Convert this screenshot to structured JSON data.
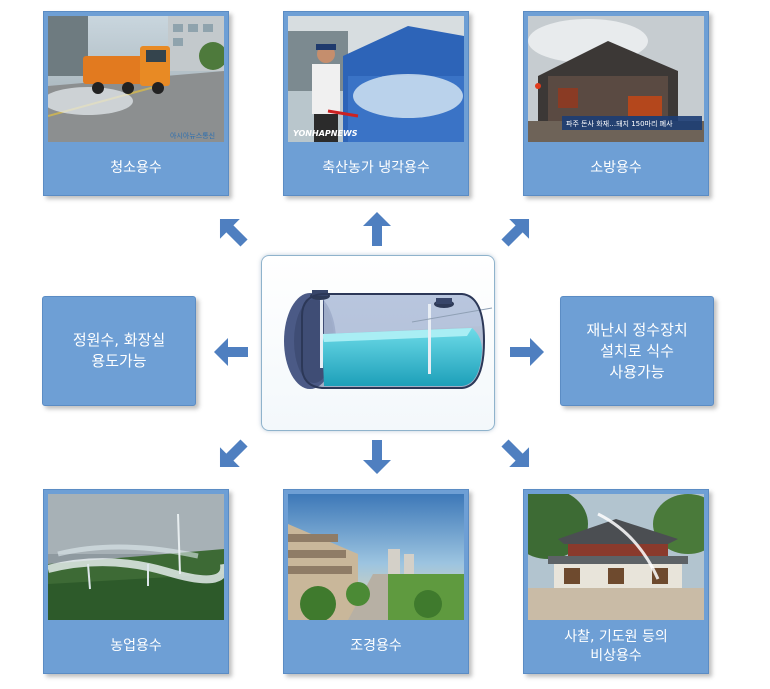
{
  "colors": {
    "box": "#6e9fd5",
    "arrow": "#4f7fc0",
    "water": "#3fc3d6"
  },
  "top_cards": [
    {
      "label": "청소용수",
      "photo": "street-cleaning-truck",
      "photo_caption": "아시아뉴스통신"
    },
    {
      "label": "축산농가 냉각용수",
      "photo": "livestock-barn-spraying",
      "photo_caption": "YONHAPNEWS"
    },
    {
      "label": "소방용수",
      "photo": "farm-fire-scene",
      "photo_caption": "파주 돈사 화재…돼지 150마리 폐사"
    }
  ],
  "side_left": {
    "label": "정원수, 화장실\n용도가능"
  },
  "side_right": {
    "label": "재난시 정수장치\n설치로 식수\n사용가능"
  },
  "center": {
    "image": "underground-water-tank"
  },
  "bottom_cards": [
    {
      "label": "농업용수",
      "photo": "farm-sprinklers"
    },
    {
      "label": "조경용수",
      "photo": "landscaped-complex"
    },
    {
      "label": "사찰, 기도원 등의\n비상용수",
      "photo": "temple-water-spray"
    }
  ],
  "arrows": [
    "up-left",
    "up",
    "up-right",
    "left",
    "right",
    "down-left",
    "down",
    "down-right"
  ]
}
